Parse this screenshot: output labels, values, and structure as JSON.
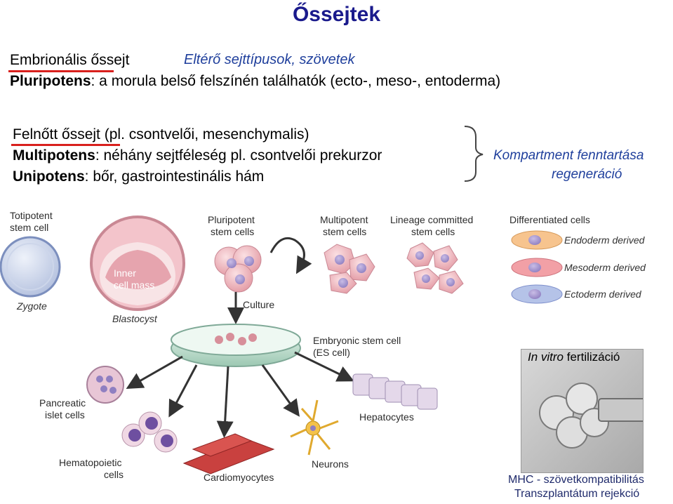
{
  "title": "Őssejtek",
  "top": {
    "embryonic": "Embrionális őssejt",
    "embryonic_note": "Eltérő sejttípusok, szövetek",
    "pluri_term": "Pluripotens",
    "pluri_text": ": a morula belső felszínén találhatók (ecto-, meso-, entoderma)",
    "adult": "Felnőtt őssejt",
    "adult_rest": " (pl. csontvelői, mesenchymalis)",
    "multi_term": "Multipotens",
    "multi_text": ": néhány sejtféleség pl. csontvelői prekurzor",
    "uni_term": "Unipotens",
    "uni_text": ": bőr, gastrointestinális hám",
    "brace_note_1": "Kompartment fenntartása",
    "brace_note_2": "regeneráció"
  },
  "diagram": {
    "totipotent": [
      "Totipotent",
      "stem cell"
    ],
    "zygote": "Zygote",
    "inner_cell_mass": [
      "Inner",
      "cell mass"
    ],
    "blastocyst": "Blastocyst",
    "pluripotent": [
      "Pluripotent",
      "stem cells"
    ],
    "multipotent": [
      "Multipotent",
      "stem cells"
    ],
    "lineage": [
      "Lineage committed",
      "stem cells"
    ],
    "differentiated": "Differentiated cells",
    "endoderm": "Endoderm derived",
    "mesoderm": "Mesoderm derived",
    "ectoderm": "Ectoderm derived",
    "culture": "Culture",
    "es_cell": [
      "Embryonic stem cell",
      "(ES cell)"
    ],
    "pancreatic": [
      "Pancreatic",
      "islet cells"
    ],
    "hepatocytes": "Hepatocytes",
    "hematopoietic": [
      "Hematopoietic",
      "cells"
    ],
    "cardiomyocytes": "Cardiomyocytes",
    "neurons": "Neurons"
  },
  "photo": {
    "title_italic": "In vitro",
    "title_rest": " fertilizáció"
  },
  "bottom": {
    "line1": "MHC - szövetkompatibilitás",
    "line2": "Transzplantátum rejekció"
  }
}
